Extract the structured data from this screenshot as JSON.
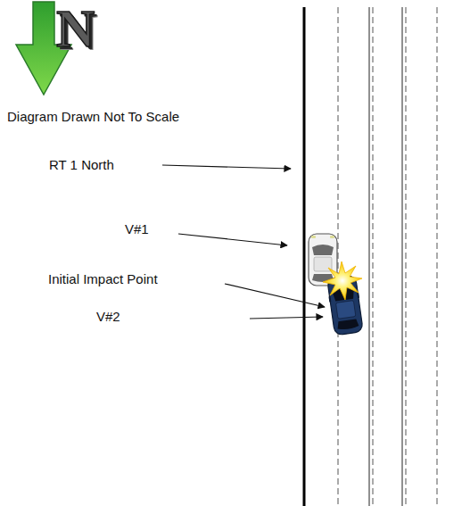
{
  "diagram": {
    "labels": [
      "N",
      "Diagram Drawn Not To Scale",
      "RT 1 North",
      "V#1",
      "Initial Impact Point",
      "V#2"
    ]
  }
}
